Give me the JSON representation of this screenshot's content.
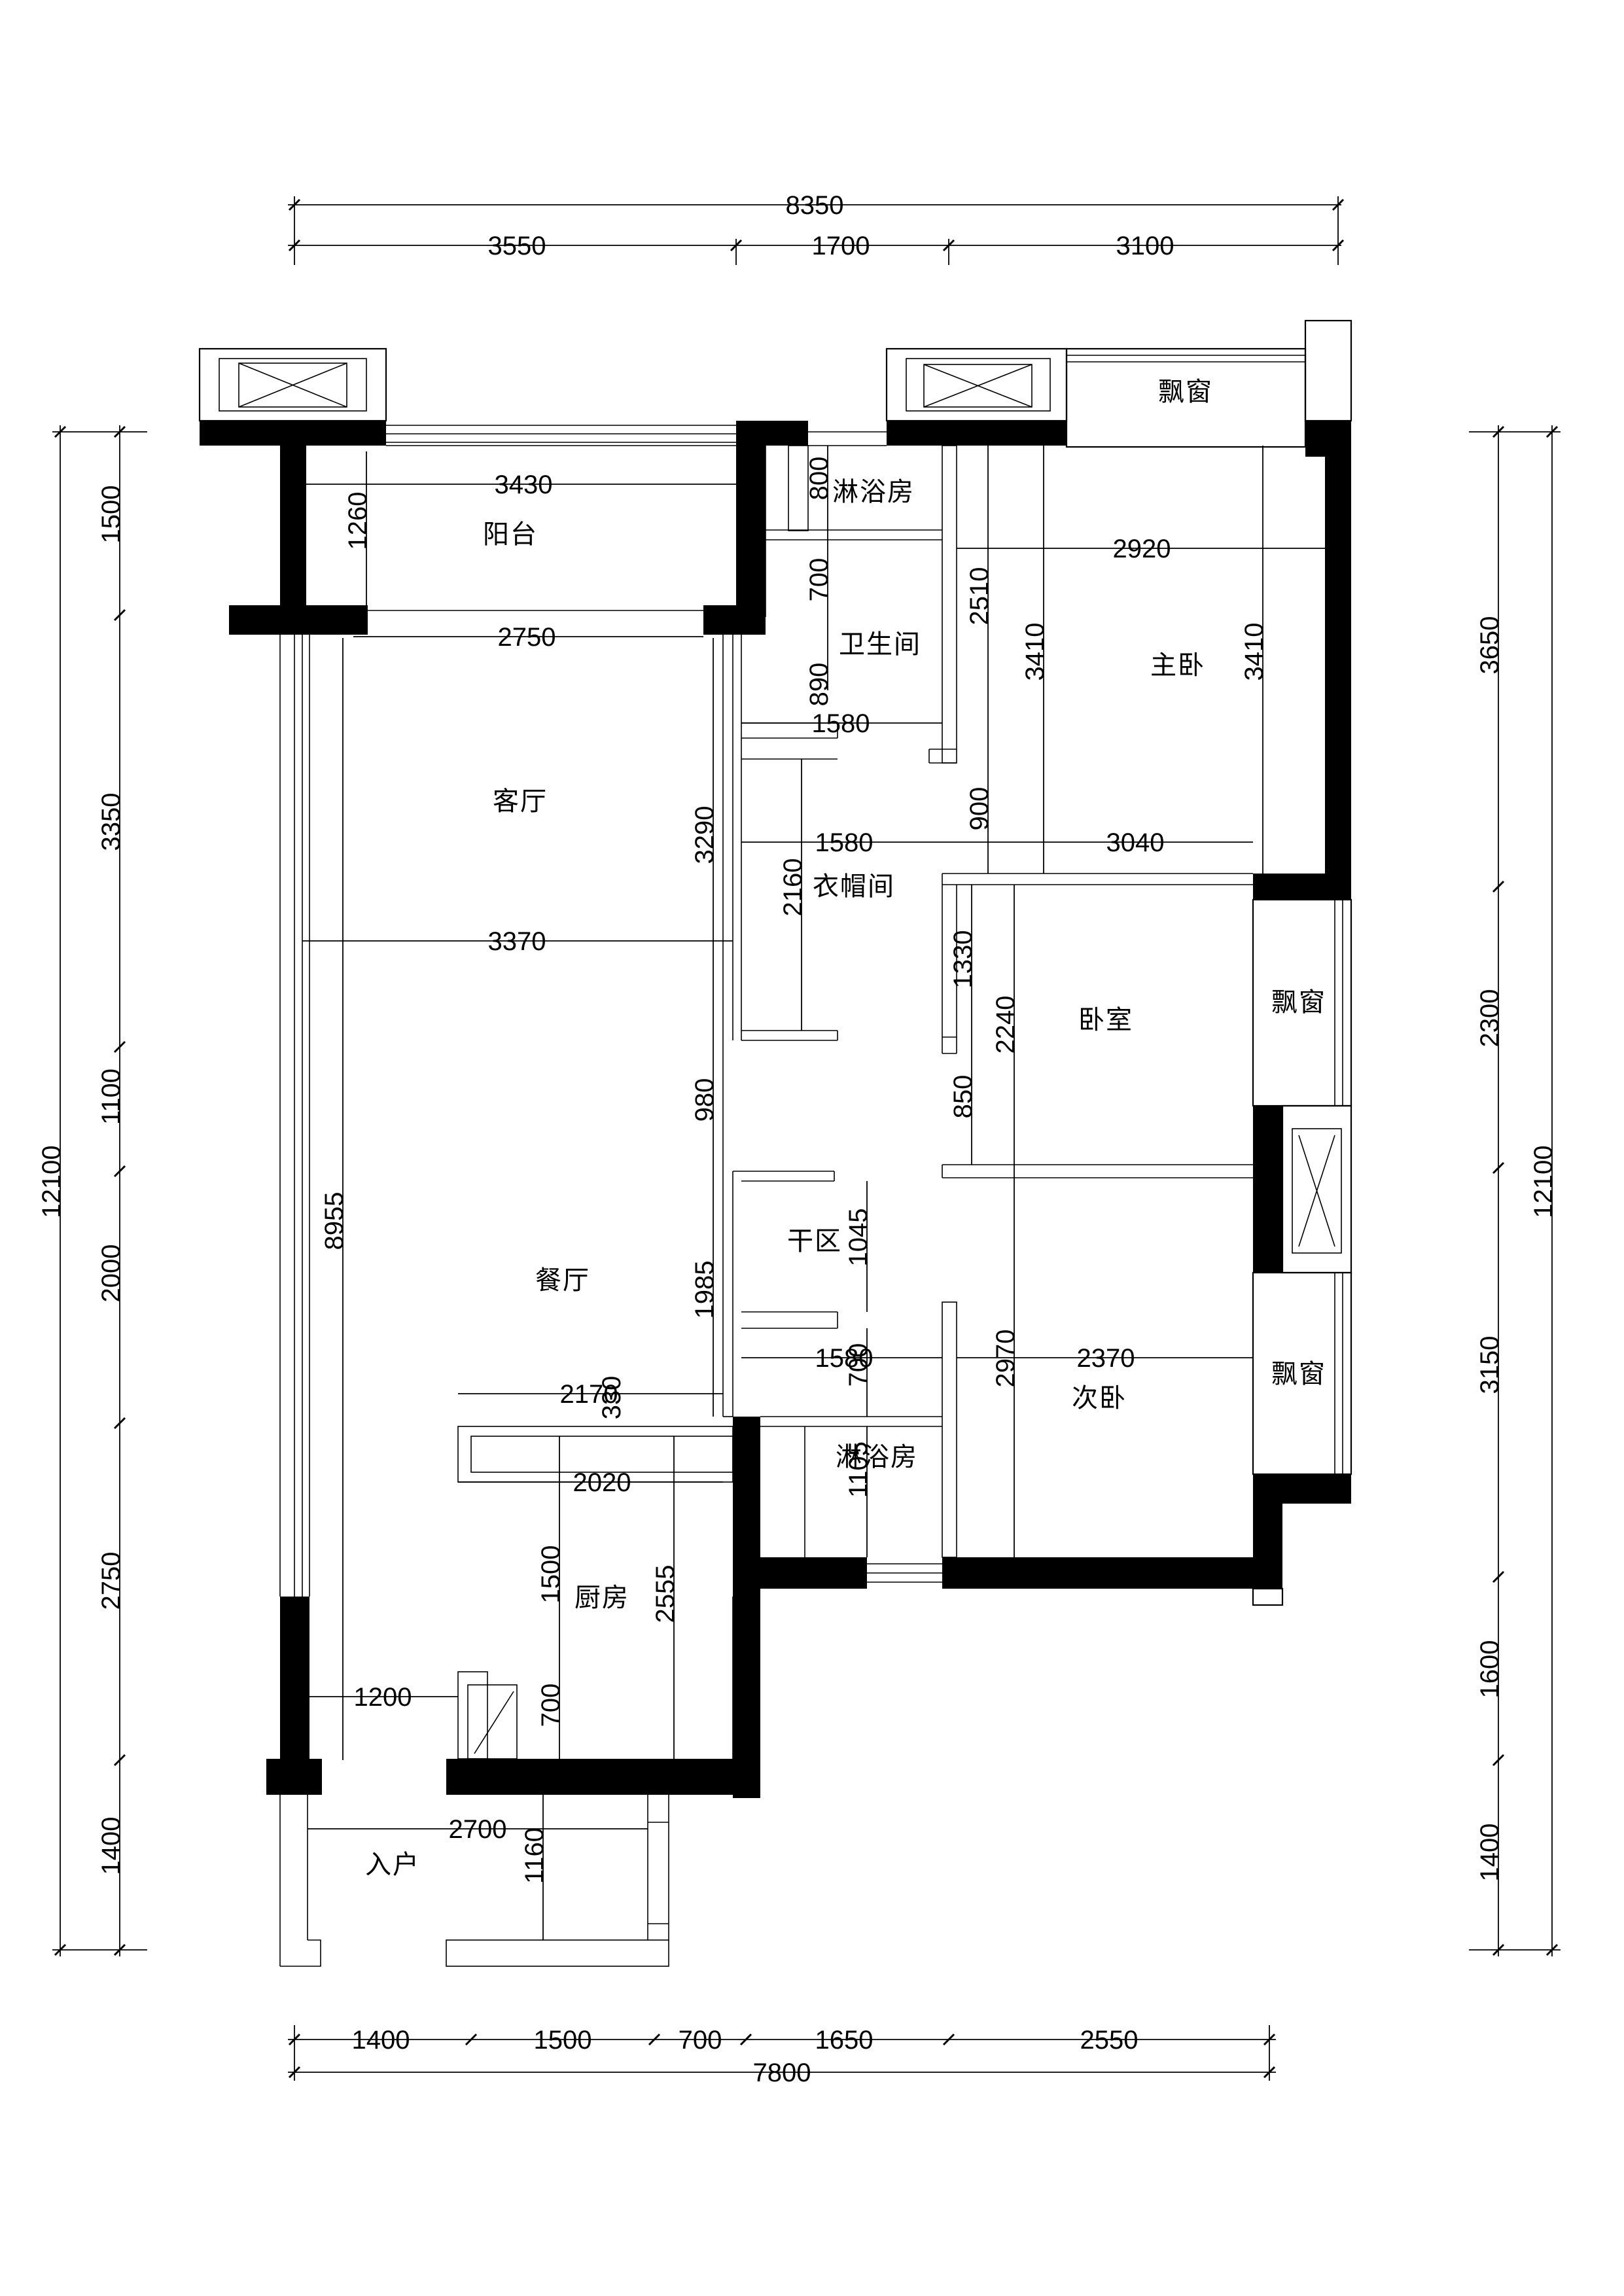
{
  "rooms": {
    "balcony": "阳台",
    "living": "客厅",
    "dining": "餐厅",
    "kitchen": "厨房",
    "entry": "入户",
    "shower_top": "淋浴房",
    "bathroom": "卫生间",
    "cloakroom": "衣帽间",
    "dry_area": "干区",
    "shower_bottom": "淋浴房",
    "master_bedroom": "主卧",
    "bedroom": "卧室",
    "second_bedroom": "次卧",
    "bay_window_top": "飘窗",
    "bay_window_mid": "飘窗",
    "bay_window_low": "飘窗"
  },
  "dims": {
    "top_total": "8350",
    "top_a": "3550",
    "top_b": "1700",
    "top_c": "3100",
    "bottom_a": "1400",
    "bottom_b": "1500",
    "bottom_c": "700",
    "bottom_d": "1650",
    "bottom_e": "2550",
    "bottom_total": "7800",
    "left_total": "12100",
    "left_a": "1500",
    "left_b": "3350",
    "left_c": "1100",
    "left_d": "2000",
    "left_e": "2750",
    "left_f": "1400",
    "right_total": "12100",
    "right_a": "3650",
    "right_b": "2300",
    "right_c": "3150",
    "right_d": "1600",
    "right_e": "1400",
    "i_3430": "3430",
    "i_1260": "1260",
    "i_2750": "2750",
    "i_3370": "3370",
    "i_8955": "8955",
    "i_3290": "3290",
    "i_980": "980",
    "i_1985": "1985",
    "i_2170": "2170",
    "i_330": "330",
    "i_2020": "2020",
    "i_1500": "1500",
    "i_2555": "2555",
    "i_700k": "700",
    "i_1200": "1200",
    "i_2700": "2700",
    "i_1160": "1160",
    "i_800": "800",
    "i_700b": "700",
    "i_890": "890",
    "i_1580a": "1580",
    "i_2510": "2510",
    "i_3410a": "3410",
    "i_2920": "2920",
    "i_3410b": "3410",
    "i_900": "900",
    "i_1580b": "1580",
    "i_3040": "3040",
    "i_2160": "2160",
    "i_1330": "1330",
    "i_2240": "2240",
    "i_850": "850",
    "i_1045": "1045",
    "i_1580c": "1580",
    "i_700s": "700",
    "i_2970": "2970",
    "i_2370": "2370",
    "i_1105": "1105"
  }
}
